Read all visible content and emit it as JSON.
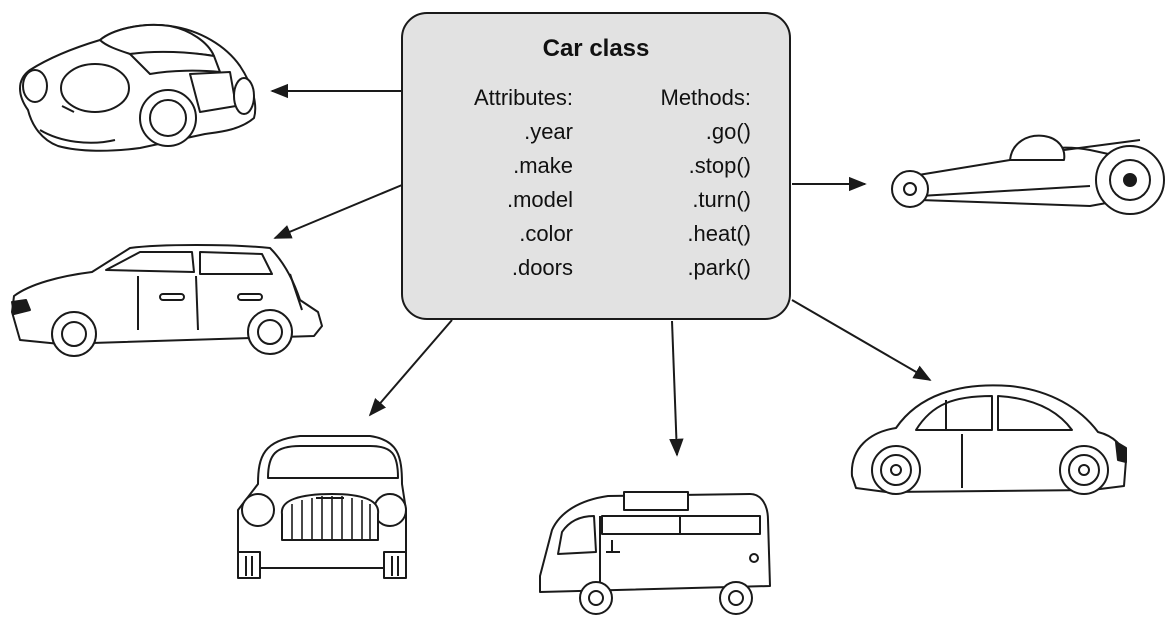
{
  "class_box": {
    "title": "Car class",
    "attributes_heading": "Attributes:",
    "methods_heading": "Methods:",
    "attributes": [
      ".year",
      ".make",
      ".model",
      ".color",
      ".doors"
    ],
    "methods": [
      ".go()",
      ".stop()",
      ".turn()",
      ".heat()",
      ".park()"
    ]
  },
  "instances": [
    {
      "icon": "sports-coupe-car-icon"
    },
    {
      "icon": "hatchback-car-icon"
    },
    {
      "icon": "mini-car-icon"
    },
    {
      "icon": "van-car-icon"
    },
    {
      "icon": "beetle-car-icon"
    },
    {
      "icon": "dragster-car-icon"
    }
  ],
  "colors": {
    "box_fill": "#e2e2e2",
    "stroke": "#1a1a1a"
  }
}
